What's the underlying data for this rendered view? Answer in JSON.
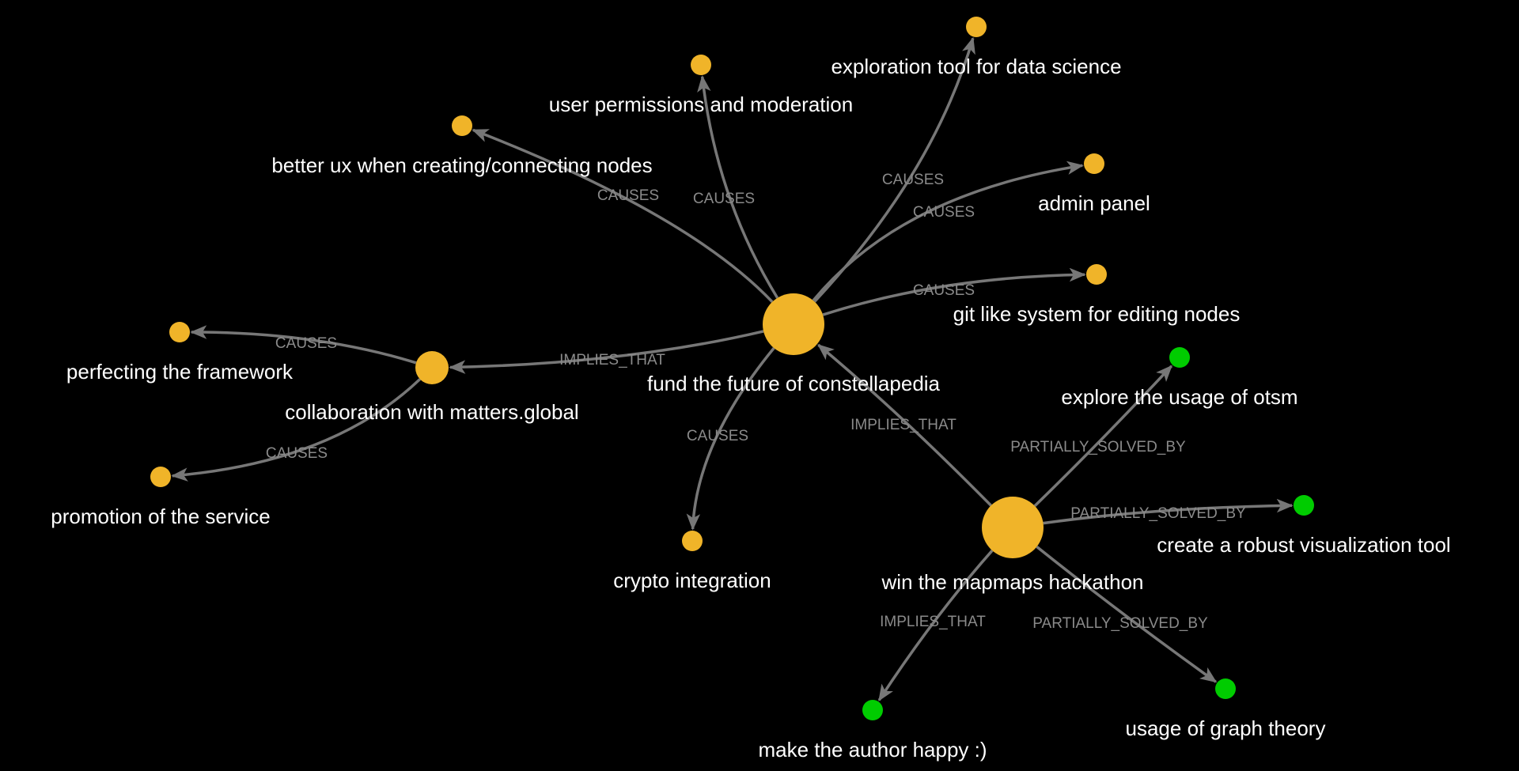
{
  "colors": {
    "background": "#000000",
    "primary_node": "#f0b429",
    "solution_node": "#00cc00",
    "edge": "#777777",
    "edge_label": "#8a8a8a",
    "node_label": "#ffffff"
  },
  "nodes": [
    {
      "id": "fund",
      "label": "fund the future of constellapedia",
      "color_key": "primary_node",
      "size": "large"
    },
    {
      "id": "collab",
      "label": "collaboration with matters.global",
      "color_key": "primary_node",
      "size": "medium"
    },
    {
      "id": "hackathon",
      "label": "win the mapmaps hackathon",
      "color_key": "primary_node",
      "size": "large"
    },
    {
      "id": "ux",
      "label": "better ux when creating/connecting nodes",
      "color_key": "primary_node",
      "size": "small"
    },
    {
      "id": "perms",
      "label": "user permissions and moderation",
      "color_key": "primary_node",
      "size": "small"
    },
    {
      "id": "explore_tool",
      "label": "exploration tool for data science",
      "color_key": "primary_node",
      "size": "small"
    },
    {
      "id": "admin",
      "label": "admin panel",
      "color_key": "primary_node",
      "size": "small"
    },
    {
      "id": "git",
      "label": "git like system for editing nodes",
      "color_key": "primary_node",
      "size": "small"
    },
    {
      "id": "crypto",
      "label": "crypto integration",
      "color_key": "primary_node",
      "size": "small"
    },
    {
      "id": "perfect",
      "label": "perfecting the framework",
      "color_key": "primary_node",
      "size": "small"
    },
    {
      "id": "promo",
      "label": "promotion of the service",
      "color_key": "primary_node",
      "size": "small"
    },
    {
      "id": "otsm",
      "label": "explore the usage of otsm",
      "color_key": "solution_node",
      "size": "small"
    },
    {
      "id": "viz",
      "label": "create a robust visualization tool",
      "color_key": "solution_node",
      "size": "small"
    },
    {
      "id": "graph_theory",
      "label": "usage of graph theory",
      "color_key": "solution_node",
      "size": "small"
    },
    {
      "id": "happy",
      "label": "make the author happy :)",
      "color_key": "solution_node",
      "size": "small"
    }
  ],
  "edges": [
    {
      "id": "e-fund-ux",
      "source": "fund",
      "target": "ux",
      "label": "CAUSES"
    },
    {
      "id": "e-fund-perms",
      "source": "fund",
      "target": "perms",
      "label": "CAUSES"
    },
    {
      "id": "e-fund-explore",
      "source": "fund",
      "target": "explore_tool",
      "label": "CAUSES"
    },
    {
      "id": "e-fund-admin",
      "source": "fund",
      "target": "admin",
      "label": "CAUSES"
    },
    {
      "id": "e-fund-git",
      "source": "fund",
      "target": "git",
      "label": "CAUSES"
    },
    {
      "id": "e-fund-crypto",
      "source": "fund",
      "target": "crypto",
      "label": "CAUSES"
    },
    {
      "id": "e-fund-collab",
      "source": "fund",
      "target": "collab",
      "label": "IMPLIES_THAT"
    },
    {
      "id": "e-collab-perfect",
      "source": "collab",
      "target": "perfect",
      "label": "CAUSES"
    },
    {
      "id": "e-collab-promo",
      "source": "collab",
      "target": "promo",
      "label": "CAUSES"
    },
    {
      "id": "e-hack-fund",
      "source": "hackathon",
      "target": "fund",
      "label": "IMPLIES_THAT"
    },
    {
      "id": "e-hack-otsm",
      "source": "hackathon",
      "target": "otsm",
      "label": "PARTIALLY_SOLVED_BY"
    },
    {
      "id": "e-hack-viz",
      "source": "hackathon",
      "target": "viz",
      "label": "PARTIALLY_SOLVED_BY"
    },
    {
      "id": "e-hack-graph",
      "source": "hackathon",
      "target": "graph_theory",
      "label": "PARTIALLY_SOLVED_BY"
    },
    {
      "id": "e-hack-happy",
      "source": "hackathon",
      "target": "happy",
      "label": "IMPLIES_THAT"
    }
  ]
}
